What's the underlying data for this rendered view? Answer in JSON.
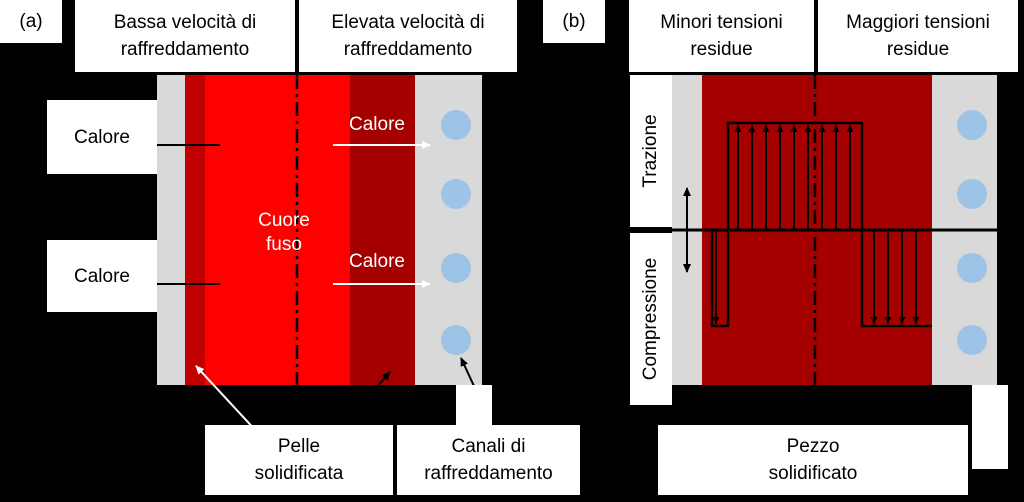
{
  "panel_a": {
    "tag": "(a)",
    "low_rate": "Bassa velocità di\nraffreddamento",
    "high_rate": "Elevata velocità di\nraffreddamento",
    "heat_left_top": "Calore",
    "heat_left_bottom": "Calore",
    "heat_right_top": "Calore",
    "heat_right_bottom": "Calore",
    "core": "Cuore\nfuso",
    "skin": "Pelle\nsolidificata",
    "channels": "Canali di\nraffreddamento"
  },
  "panel_b": {
    "tag": "(b)",
    "lower_stress": "Minori tensioni\nresidue",
    "higher_stress": "Maggiori tensioni\nresidue",
    "tension": "Trazione",
    "compression": "Compressione",
    "part": "Pezzo\nsolidificato"
  },
  "colors": {
    "background": "#000000",
    "mold": "#d9d9d9",
    "molten_core": "#ff0000",
    "skin_thin": "#c00000",
    "skin_thick": "#a50000",
    "channel": "#9dc3e6"
  }
}
